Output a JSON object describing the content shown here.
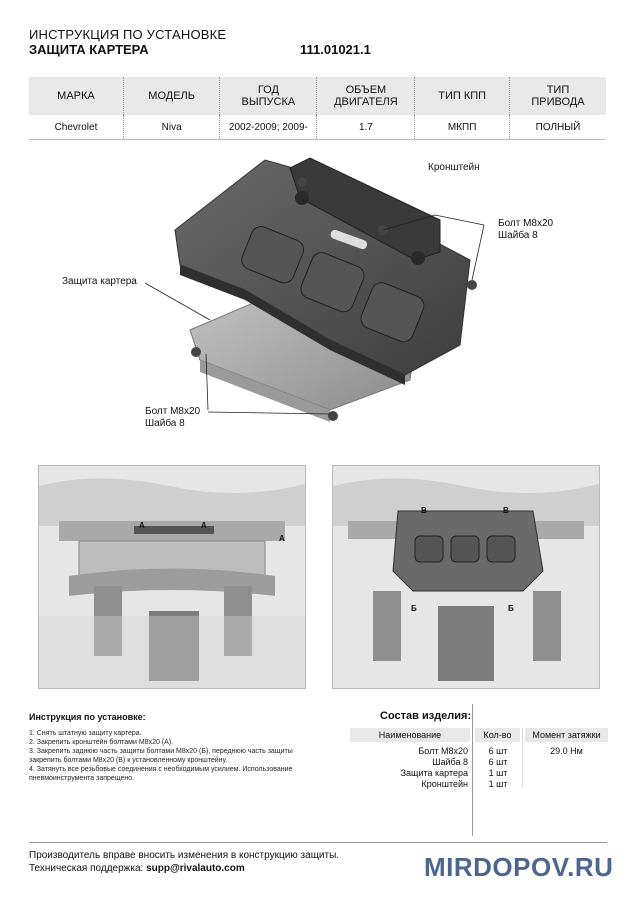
{
  "header": {
    "doc_title": "ИНСТРУКЦИЯ ПО УСТАНОВКЕ",
    "product_name": "ЗАЩИТА КАРТЕРА",
    "part_number": "111.01021.1"
  },
  "spec_table": {
    "columns": [
      "МАРКА",
      "МОДЕЛЬ",
      "ГОД\nВЫПУСКА",
      "ОБЪЕМ\nДВИГАТЕЛЯ",
      "ТИП КПП",
      "ТИП\nПРИВОДА"
    ],
    "row": [
      "Chevrolet",
      "Niva",
      "2002-2009; 2009-",
      "1.7",
      "МКПП",
      "ПОЛНЫЙ"
    ]
  },
  "diagram": {
    "bracket_label": "Кронштейн",
    "guard_label": "Защита картера",
    "bolt_top_label": "Болт М8х20",
    "washer_top_label": "Шайба 8",
    "bolt_bottom_label": "Болт М8х20",
    "washer_bottom_label": "Шайба 8"
  },
  "photos": {
    "left_markers": [
      "А",
      "А",
      "А"
    ],
    "right_markers": [
      "В",
      "В",
      "Б",
      "Б"
    ]
  },
  "instructions": {
    "title": "Инструкция по установке:",
    "steps": [
      "1. Снять штатную защиту картера.",
      "2. Закрепить кронштейн болтами М8х20 (А).",
      "3. Закрепить заднюю часть защиты болтами М8х20 (Б), переднюю часть защиты",
      "закрепить болтами М8х20 (В) к установленному кронштейну.",
      "4. Затянуть все резьбовые соединения с необходимым усилием. Использование",
      "пневмоинструмента запрещено."
    ]
  },
  "composition": {
    "title": "Состав изделия:",
    "headers": [
      "Наименование",
      "Кол-во",
      "Момент затяжки"
    ],
    "rows": [
      {
        "name": "Болт М8х20",
        "qty": "6 шт",
        "torque": "29.0 Нм"
      },
      {
        "name": "Шайба 8",
        "qty": "6 шт",
        "torque": ""
      },
      {
        "name": "Защита картера",
        "qty": "1 шт",
        "torque": ""
      },
      {
        "name": "Кронштейн",
        "qty": "1 шт",
        "torque": ""
      }
    ]
  },
  "footer": {
    "notice": "Производитель вправе вносить изменения в конструкцию защиты.",
    "support_label": "Техническая поддержка:",
    "support_email": "supp@rivalauto.com",
    "watermark": "MIRDOPOV.RU"
  }
}
